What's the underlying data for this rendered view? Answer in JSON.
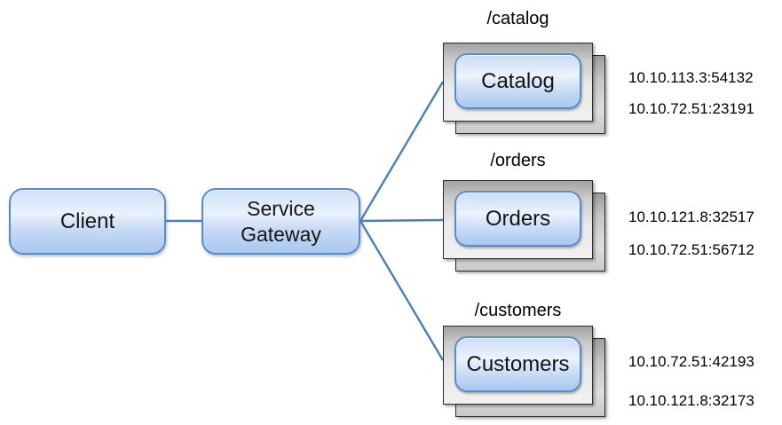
{
  "diagram": {
    "accent_color": "#4a7fba",
    "node_border_color": "#5b8cc8",
    "node_fill_top": "#d6e5f8",
    "node_fill_bottom": "#a9c8ef",
    "instance_box_border": "#2b2b2b"
  },
  "nodes": {
    "client": {
      "label": "Client"
    },
    "gateway": {
      "label": "Service Gateway"
    }
  },
  "services": [
    {
      "path": "/catalog",
      "name": "Catalog",
      "instances": [
        "10.10.113.3:54132",
        "10.10.72.51:23191"
      ]
    },
    {
      "path": "/orders",
      "name": "Orders",
      "instances": [
        "10.10.121.8:32517",
        "10.10.72.51:56712"
      ]
    },
    {
      "path": "/customers",
      "name": "Customers",
      "instances": [
        "10.10.72.51:42193",
        "10.10.121.8:32173"
      ]
    }
  ]
}
